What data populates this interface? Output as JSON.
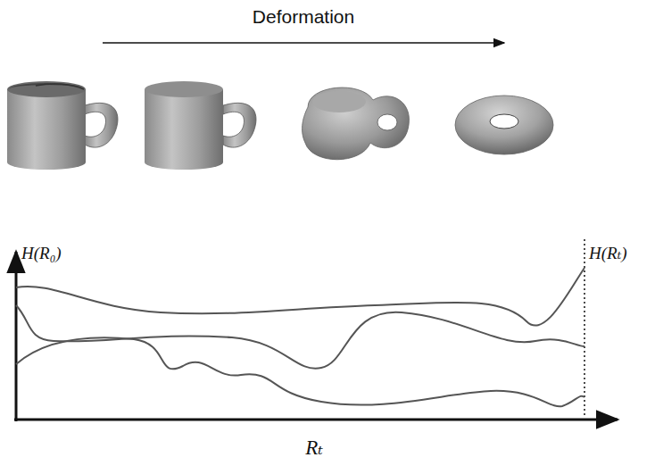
{
  "diagram": {
    "labels": [
      "Deformation",
      "H(R₀)",
      "H(Rₜ)",
      "Rₜ"
    ]
  }
}
